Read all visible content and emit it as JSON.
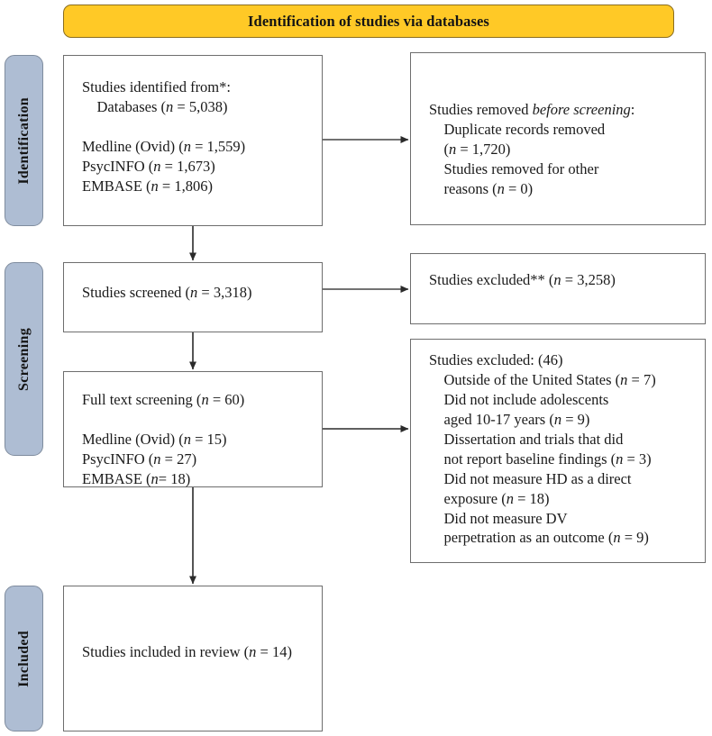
{
  "banner": {
    "title": "Identification of studies via databases",
    "fill_color": "#FFC926",
    "border_color": "#8A6D1F"
  },
  "stage_tabs": {
    "fill_color": "#AEBDD3",
    "items": [
      {
        "id": "identification",
        "label": "Identification"
      },
      {
        "id": "screening",
        "label": "Screening"
      },
      {
        "id": "included",
        "label": "Included"
      }
    ]
  },
  "boxes": {
    "identified": {
      "id": "box-identified",
      "line1": "Studies identified from*:",
      "line2": "    Databases (",
      "line2_italic": "n",
      "line2_end": " = 5,038)",
      "line4": "Medline (Ovid) (",
      "line4_italic": "n",
      "line4_end": " = 1,559)",
      "line5": "PsycINFO (",
      "line5_italic": "n",
      "line5_end": " = 1,673)",
      "line6": "EMBASE (",
      "line6_italic": "n",
      "line6_end": " = 1,806)"
    },
    "removed": {
      "id": "box-removed",
      "head": "Studies removed ",
      "head_italic": "before screening",
      "head_end": ":",
      "line2": "    Duplicate records removed",
      "line3_open": "    (",
      "line3_italic": "n",
      "line3_end": " = 1,720)",
      "line4": "    Studies removed for other",
      "line5_open": "    reasons (",
      "line5_italic": "n",
      "line5_end": " = 0)"
    },
    "screened": {
      "id": "box-screened",
      "text_open": "Studies screened (",
      "text_italic": "n",
      "text_end": " = 3,318)"
    },
    "excluded_screen": {
      "id": "box-excluded-screen",
      "text_open": "Studies excluded** (",
      "text_italic": "n",
      "text_end": " = 3,258)"
    },
    "fulltext": {
      "id": "box-fulltext",
      "line1_open": "Full text screening (",
      "line1_italic": "n",
      "line1_end": " = 60)",
      "line3_open": "Medline (Ovid) (",
      "line3_italic": "n",
      "line3_end": " = 15)",
      "line4_open": "PsycINFO (",
      "line4_italic": "n",
      "line4_end": " = 27)",
      "line5_open": "EMBASE (",
      "line5_italic": "n",
      "line5_end": "= 18)"
    },
    "excluded_full": {
      "id": "box-excluded-full",
      "head": "Studies excluded: (46)",
      "reasons": [
        {
          "text_open": "    Outside of the United States (",
          "italic": "n",
          "text_end": " = 7)"
        },
        {
          "text_open": "    Did not include adolescents",
          "italic": "",
          "text_end": ""
        },
        {
          "text_open": "    aged 10-17 years (",
          "italic": "n",
          "text_end": " = 9)"
        },
        {
          "text_open": "    Dissertation and trials that did",
          "italic": "",
          "text_end": ""
        },
        {
          "text_open": "    not report baseline findings (",
          "italic": "n",
          "text_end": " = 3)"
        },
        {
          "text_open": "    Did not measure HD as a direct",
          "italic": "",
          "text_end": ""
        },
        {
          "text_open": "    exposure (",
          "italic": "n",
          "text_end": " = 18)"
        },
        {
          "text_open": "    Did not measure DV",
          "italic": "",
          "text_end": ""
        },
        {
          "text_open": "    perpetration as an outcome (",
          "italic": "n",
          "text_end": " = 9)"
        }
      ]
    },
    "included": {
      "id": "box-included",
      "text_open": "Studies included in review (",
      "text_italic": "n",
      "text_end": " = 14)"
    }
  },
  "arrows": {
    "color": "#2b2b2b",
    "items": [
      {
        "name": "arrow-identified-to-removed",
        "from": "identified",
        "to": "removed"
      },
      {
        "name": "arrow-identified-to-screened",
        "from": "identified",
        "to": "screened"
      },
      {
        "name": "arrow-screened-to-excluded",
        "from": "screened",
        "to": "excluded_screen"
      },
      {
        "name": "arrow-screened-to-fulltext",
        "from": "screened",
        "to": "fulltext"
      },
      {
        "name": "arrow-fulltext-to-excluded",
        "from": "fulltext",
        "to": "excluded_full"
      },
      {
        "name": "arrow-fulltext-to-included",
        "from": "fulltext",
        "to": "included"
      }
    ]
  }
}
